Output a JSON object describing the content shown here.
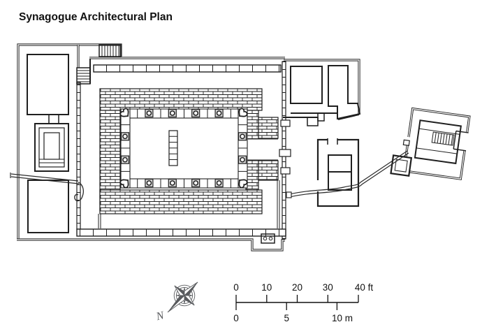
{
  "title": "Synagogue Architectural Plan",
  "compass": {
    "label": "N",
    "color": "#595b5e"
  },
  "scale_bar": {
    "ft_labels": [
      "0",
      "10",
      "20",
      "30",
      "40 ft"
    ],
    "m_labels": [
      "0",
      "5",
      "10 m"
    ]
  },
  "colors": {
    "ink": "#1f1f1f",
    "compass_gray": "#595b5e",
    "column_fill": "#d4d4d4",
    "background": "#ffffff"
  }
}
